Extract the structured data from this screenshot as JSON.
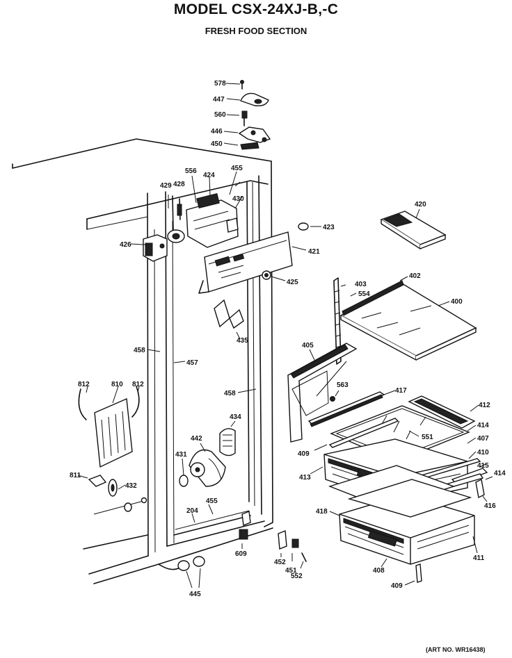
{
  "header": {
    "title": "MODEL CSX-24XJ-B,-C",
    "subtitle": "FRESH FOOD SECTION"
  },
  "footer": {
    "art_number": "(ART NO. WR16438)"
  },
  "part_labels": {
    "p578": "578",
    "p447": "447",
    "p560": "560",
    "p446": "446",
    "p450": "450",
    "p556": "556",
    "p424": "424",
    "p455a": "455",
    "p429": "429",
    "p428": "428",
    "p430": "430",
    "p426": "426",
    "p421": "421",
    "p423": "423",
    "p420": "420",
    "p425": "425",
    "p403": "403",
    "p402": "402",
    "p554": "554",
    "p400": "400",
    "p435": "435",
    "p405": "405",
    "p458a": "458",
    "p457": "457",
    "p458b": "458",
    "p563": "563",
    "p417": "417",
    "p412": "412",
    "p812a": "812",
    "p810": "810",
    "p812b": "812",
    "p434": "434",
    "p414a": "414",
    "p551": "551",
    "p407": "407",
    "p409a": "409",
    "p410": "410",
    "p442": "442",
    "p431": "431",
    "p811": "811",
    "p432": "432",
    "p413": "413",
    "p415": "415",
    "p414b": "414",
    "p455b": "455",
    "p204": "204",
    "p416": "416",
    "p418": "418",
    "p609": "609",
    "p452": "452",
    "p411": "411",
    "p451": "451",
    "p552": "552",
    "p408": "408",
    "p409b": "409",
    "p445": "445"
  }
}
